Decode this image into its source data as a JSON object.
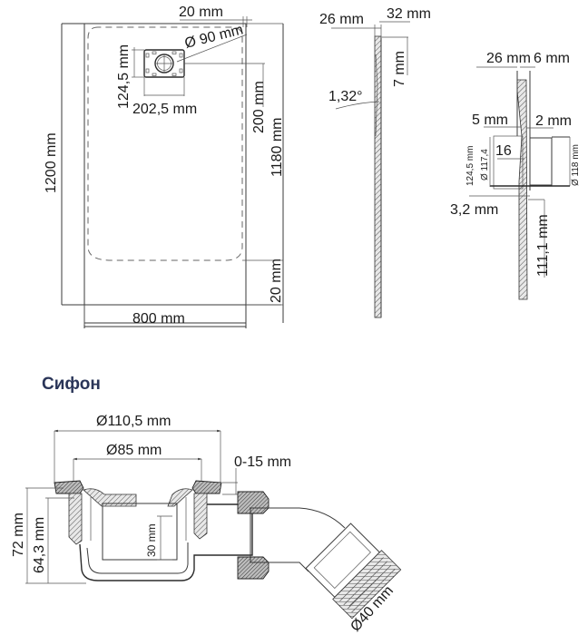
{
  "colors": {
    "line": "#3a3a3a",
    "title": "#2a3558",
    "background": "#ffffff"
  },
  "tray_top_view": {
    "top_offset": "20 mm",
    "drain_diameter": "Ø 90 mm",
    "drain_height": "124,5 mm",
    "drain_width": "202,5 mm",
    "drain_offset_right": "200 mm",
    "inner_length": "1180 mm",
    "total_length": "1200 mm",
    "bottom_offset": "20 mm",
    "width": "800 mm"
  },
  "tray_side_view": {
    "thickness_left": "26 mm",
    "thickness_right": "32 mm",
    "top_depth": "7 mm",
    "slope_angle": "1,32°"
  },
  "drain_section_view": {
    "thickness_top": "26 mm",
    "thickness_right": "6 mm",
    "left_5": "5 mm",
    "right_2": "2 mm",
    "height_124": "124,5 mm",
    "diameter_117": "Ø 117,4",
    "label_16": "16",
    "diameter_118": "Ø 118 mm",
    "offset_3": "3,2 mm",
    "length_111": "111,1 mm"
  },
  "siphon": {
    "title": "Сифон",
    "outer_diameter": "Ø110,5 mm",
    "inner_diameter": "Ø85 mm",
    "adjust_range": "0-15 mm",
    "total_height": "72 mm",
    "body_height": "64,3 mm",
    "water_seal": "30 mm",
    "outlet_diameter": "Ø40 mm"
  }
}
